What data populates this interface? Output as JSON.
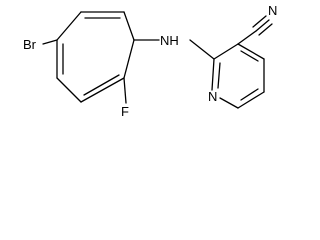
{
  "molecule": {
    "atoms": {
      "bromine": "Br",
      "fluorine": "F",
      "amine": "NH",
      "pyridine_nitrogen": "N",
      "nitrile_nitrogen": "N"
    },
    "bond_color": "#000000",
    "background_color": "#ffffff"
  }
}
